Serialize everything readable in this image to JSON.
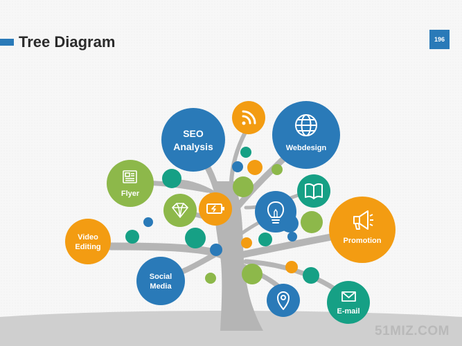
{
  "slide": {
    "title": "Tree Diagram",
    "page_number": "196",
    "watermark": "51MIZ.COM"
  },
  "colors": {
    "blue": "#2a7ab8",
    "orange": "#f39c12",
    "green": "#8db84a",
    "teal": "#16a085",
    "trunk": "#b5b5b5",
    "accent": "#2a7ab8"
  },
  "nodes": {
    "seo": {
      "line1": "SEO",
      "line2": "Analysis"
    },
    "webdesign": {
      "label": "Webdesign",
      "icon": "globe-icon"
    },
    "flyer": {
      "label": "Flyer",
      "icon": "document-icon"
    },
    "video": {
      "line1": "Video",
      "line2": "Editing"
    },
    "promotion": {
      "label": "Promotion",
      "icon": "megaphone-icon"
    },
    "social": {
      "line1": "Social",
      "line2": "Media"
    },
    "email": {
      "label": "E-mail",
      "icon": "envelope-icon"
    }
  },
  "icon_nodes": [
    "rss-icon",
    "diamond-icon",
    "battery-icon",
    "lightbulb-icon",
    "book-icon",
    "location-pin-icon"
  ]
}
